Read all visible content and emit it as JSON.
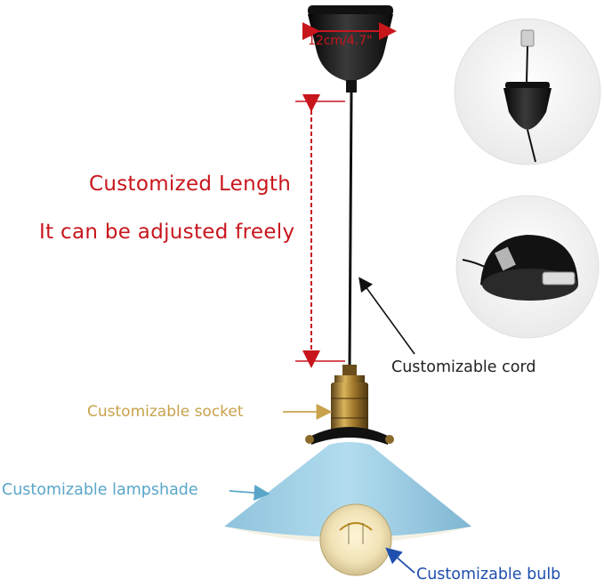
{
  "labels": {
    "dimension": "12cm/4.7\"",
    "length_title": "Customized Length",
    "length_sub": "It can be adjusted freely",
    "cord": "Customizable cord",
    "socket": "Customizable socket",
    "lampshade": "Customizable lampshade",
    "bulb": "Customizable bulb"
  },
  "colors": {
    "red": "#c8161d",
    "gold": "#c9a24c",
    "shade_blue": "#a9d5e8",
    "label_blue": "#5aa6c9",
    "bulb_blue": "#1f4fae",
    "black": "#1a1a1a"
  },
  "icons": [
    "lamp-pendant-icon",
    "ceiling-canopy-icon",
    "brass-socket-icon",
    "edison-bulb-icon"
  ]
}
